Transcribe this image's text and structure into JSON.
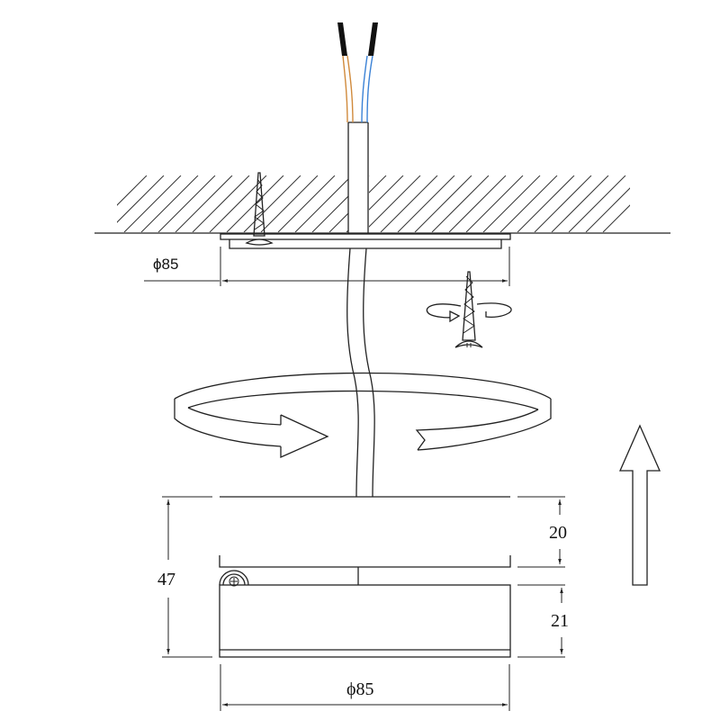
{
  "diagram": {
    "title": "Surface-mounted downlight ceiling installation",
    "dimensions": {
      "mount_plate_diameter": "ϕ85",
      "body_diameter": "ϕ85",
      "total_height": "47",
      "gap_height": "20",
      "body_height": "21"
    },
    "colors": {
      "line": "#222222",
      "wire_brown": "#d08a3c",
      "wire_blue": "#3b82d6",
      "wire_tip": "#111111",
      "background": "#ffffff"
    },
    "parts": [
      {
        "name": "power-cable",
        "description": "two-core cable with brown and blue conductors"
      },
      {
        "name": "ceiling",
        "description": "hatched ceiling section"
      },
      {
        "name": "mounting-plate",
        "description": "plate fixed with screw to ceiling"
      },
      {
        "name": "screw",
        "description": "screw with twist rotation arrow"
      },
      {
        "name": "rotation-arrow",
        "description": "twist-lock rotation of fixture"
      },
      {
        "name": "fixture-body",
        "description": "cylindrical luminaire body"
      },
      {
        "name": "push-up-arrow",
        "description": "direction of installation (upward)"
      }
    ]
  }
}
